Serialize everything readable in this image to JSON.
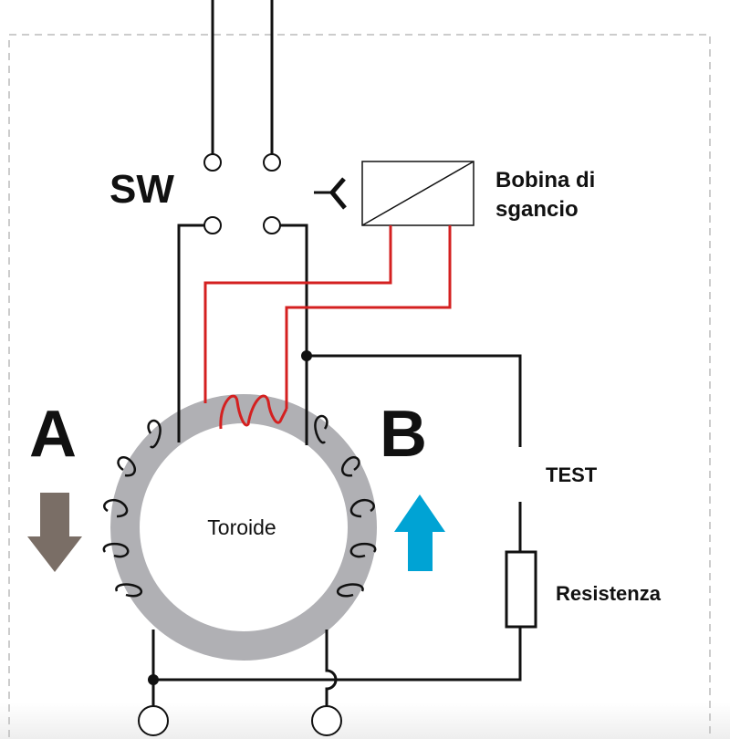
{
  "labels": {
    "switch": "SW",
    "coil_line1": "Bobina di",
    "coil_line2": "sgancio",
    "side_a": "A",
    "side_b": "B",
    "toroid": "Toroide",
    "test": "TEST",
    "resistor": "Resistenza"
  },
  "colors": {
    "wire": "#111111",
    "sense_wire": "#d42020",
    "toroid": "#b0b0b4",
    "arrow_a": "#7a6e66",
    "arrow_b": "#00a3d4"
  },
  "arrows": {
    "a": "arrow-down",
    "b": "arrow-up"
  }
}
